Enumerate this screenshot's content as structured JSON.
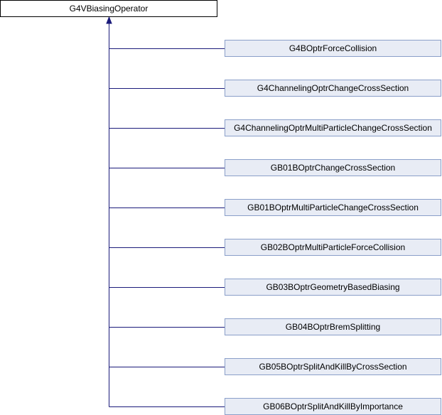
{
  "diagram": {
    "type": "inheritance",
    "edge_color": "#1a1a7a",
    "child_fill": "#e8ecf5",
    "child_border": "#8a9fc9",
    "parent": {
      "label": "G4VBiasingOperator"
    },
    "children": [
      {
        "label": "G4BOptrForceCollision"
      },
      {
        "label": "G4ChannelingOptrChangeCrossSection"
      },
      {
        "label": "G4ChannelingOptrMultiParticleChangeCrossSection"
      },
      {
        "label": "GB01BOptrChangeCrossSection"
      },
      {
        "label": "GB01BOptrMultiParticleChangeCrossSection"
      },
      {
        "label": "GB02BOptrMultiParticleForceCollision"
      },
      {
        "label": "GB03BOptrGeometryBasedBiasing"
      },
      {
        "label": "GB04BOptrBremSplitting"
      },
      {
        "label": "GB05BOptrSplitAndKillByCrossSection"
      },
      {
        "label": "GB06BOptrSplitAndKillByImportance"
      }
    ]
  }
}
